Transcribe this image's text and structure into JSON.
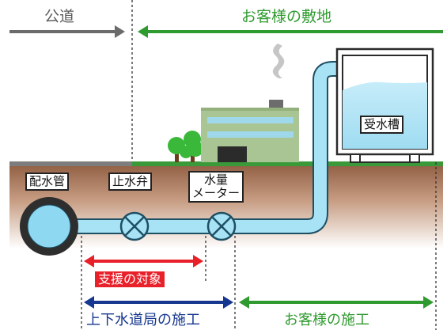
{
  "header": {
    "public_road": "公道",
    "customer_site": "お客様の敷地"
  },
  "labels": {
    "distribution_main": "配水管",
    "stop_valve": "止水弁",
    "water_meter_line1": "水量",
    "water_meter_line2": "メーター",
    "tank": "受水槽"
  },
  "ranges": {
    "support_target": "支援の対象",
    "waterworks_bureau": "上下水道局の施工",
    "customer_work": "お客様の施工"
  },
  "colors": {
    "public_gray": "#6b6b6b",
    "customer_green": "#2f9a2f",
    "support_red": "#e8202a",
    "bureau_navy": "#16378f",
    "pipe_blue": "#a8e2f5",
    "soil_brown": "#9b6a4c"
  }
}
